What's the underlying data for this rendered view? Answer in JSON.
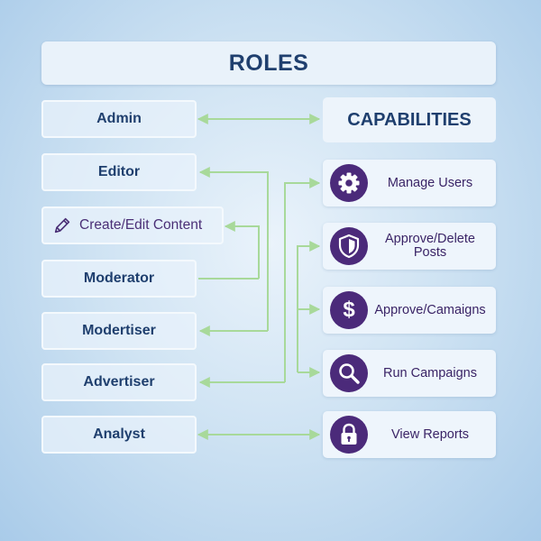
{
  "title": "ROLES",
  "capabilities_header": "CAPABILITIES",
  "roles": [
    {
      "label": "Admin"
    },
    {
      "label": "Editor"
    },
    {
      "label": "Create/Edit Content"
    },
    {
      "label": "Moderator"
    },
    {
      "label": "Modertiser"
    },
    {
      "label": "Advertiser"
    },
    {
      "label": "Analyst"
    }
  ],
  "capabilities": [
    {
      "label": "Manage Users",
      "icon": "gear-icon"
    },
    {
      "label": "Approve/Delete Posts",
      "icon": "shield-icon"
    },
    {
      "label": "Approve/Camaigns",
      "icon": "dollar-icon"
    },
    {
      "label": "Run Campaigns",
      "icon": "magnifier-icon"
    },
    {
      "label": "View Reports",
      "icon": "lock-icon"
    }
  ],
  "colors": {
    "connector": "#a8d99a",
    "icon_bg": "#4b2a7a",
    "heading": "#1f3f6e",
    "capability_text": "#3a2466"
  }
}
